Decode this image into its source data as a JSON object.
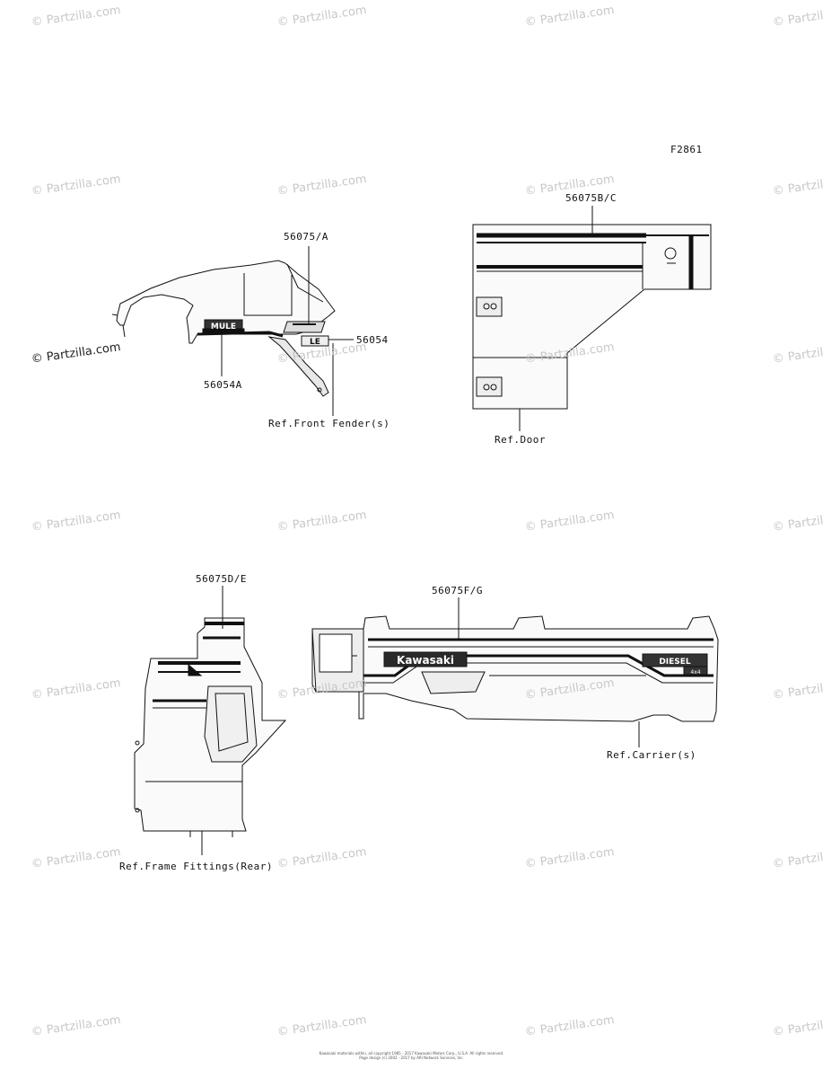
{
  "figure_code": "F2861",
  "watermark": "© Partzilla.com",
  "labels": {
    "p1_part_a": "56075/A",
    "p1_part_b": "56054",
    "p1_part_c": "56054A",
    "p1_ref": "Ref.Front Fender(s)",
    "p2_part": "56075B/C",
    "p2_ref": "Ref.Door",
    "p3_part": "56075D/E",
    "p3_ref": "Ref.Frame Fittings(Rear)",
    "p4_part": "56075F/G",
    "p4_ref": "Ref.Carrier(s)"
  },
  "decals": {
    "mule": "MULE",
    "le": "LE",
    "kawasaki": "Kawasaki",
    "diesel": "DIESEL",
    "four_by_four": "4x4"
  },
  "footer": {
    "line1": "Kawasaki materials within, all copyright 1985 - 2017 Kawasaki Motors Corp., U.S.A. All rights reserved.",
    "line2": "Page design (c) 2002 - 2017 by ARI Network Services, Inc."
  },
  "colors": {
    "line": "#111111",
    "watermark": "#c8c8c8",
    "fill_light": "#f4f4f4"
  }
}
